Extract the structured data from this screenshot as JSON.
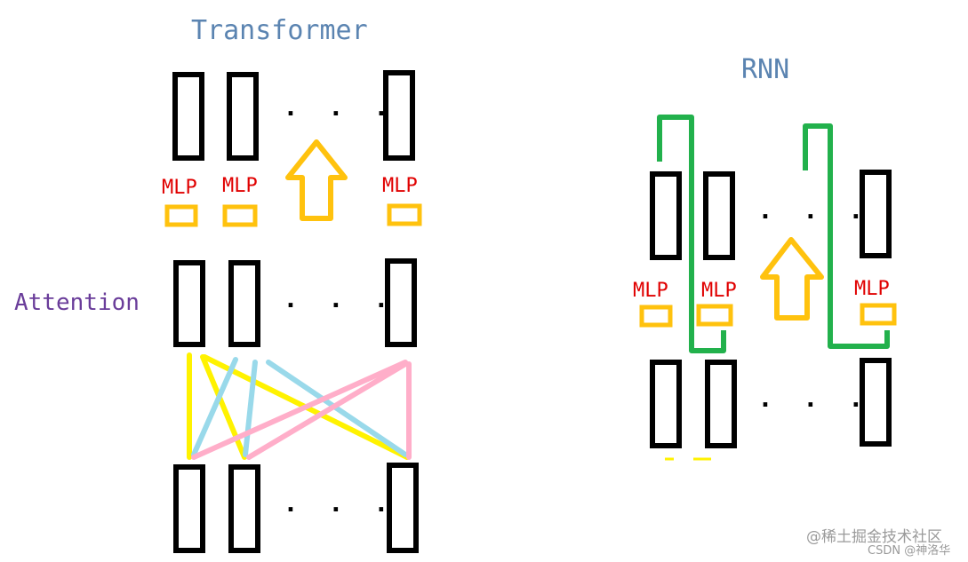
{
  "titles": {
    "transformer": "Transformer",
    "rnn": "RNN",
    "attention": "Attention"
  },
  "mlp_label": "MLP",
  "ellipsis": ". . .",
  "watermark": {
    "line1": "@稀土掘金技术社区",
    "line2": "CSDN @神洛华"
  },
  "colors": {
    "title": "#5b84b1",
    "attention": "#6a3d9a",
    "mlp_text": "#e00000",
    "mlp_box": "#ffc20e",
    "arrow": "#ffc20e",
    "block": "#000000",
    "rnn_line": "#22b14c",
    "conn_yellow": "#fff200",
    "conn_blue": "#99d9ea",
    "conn_pink": "#ffaec9",
    "watermark": "#9a9a9a"
  }
}
